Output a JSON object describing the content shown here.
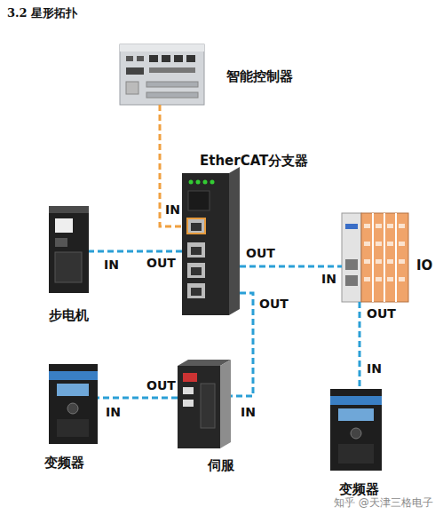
{
  "diagram": {
    "title": "3.2 星形拓扑",
    "nodes": [
      {
        "text": [
          "智能控制器"
        ]
      },
      {
        "text": [
          "EtherCAT分支器"
        ]
      },
      {
        "text": [
          "步电机"
        ]
      },
      {
        "text": [
          "IO"
        ]
      },
      {
        "text": [
          "变频器"
        ]
      },
      {
        "text": [
          "伺服"
        ]
      },
      {
        "text": [
          "变频器"
        ]
      }
    ],
    "edges": [
      {
        "from": 0,
        "to": 1,
        "arrow": "none"
      },
      {
        "from": 1,
        "to": 2,
        "arrow": "none"
      },
      {
        "from": 1,
        "to": 3,
        "arrow": "none"
      },
      {
        "from": 1,
        "to": 5,
        "arrow": "none"
      },
      {
        "from": 5,
        "to": 4,
        "arrow": "none"
      },
      {
        "from": 3,
        "to": 6,
        "arrow": "none"
      }
    ],
    "labels": [
      "IN",
      "OUT",
      "IN",
      "OUT",
      "IN",
      "OUT",
      "IN",
      "OUT",
      "IN",
      "OUT",
      "IN",
      "知乎 @天津三格电子"
    ]
  }
}
